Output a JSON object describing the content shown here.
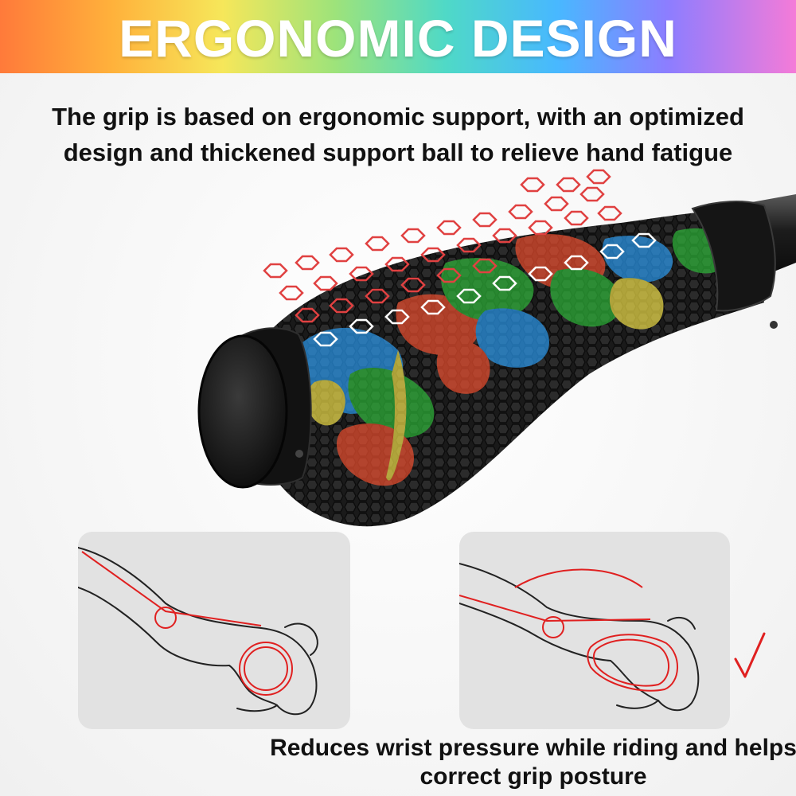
{
  "header": {
    "title": "ERGONOMIC DESIGN"
  },
  "intro": {
    "text": "The grip is based on ergonomic support, with an optimized design and thickened support ball to relieve hand fatigue"
  },
  "illustrations": {
    "wrong_posture": "hand-grip-wrong",
    "correct_posture": "hand-grip-correct",
    "correct_mark": "√"
  },
  "caption": {
    "text": "Reduces wrist pressure while riding and helps correct grip posture"
  },
  "colors": {
    "banner_gradient": [
      "#ff7a3a",
      "#ffb13b",
      "#f6e75a",
      "#9ee37a",
      "#4fd9c7",
      "#48b8ff",
      "#8d7dff",
      "#f47bd8"
    ],
    "grip_body": "#1b1b1b",
    "camo": [
      "#2c9cf0",
      "#2fb83a",
      "#f05030",
      "#f1e04a"
    ],
    "annotation_red": "#e02020"
  }
}
